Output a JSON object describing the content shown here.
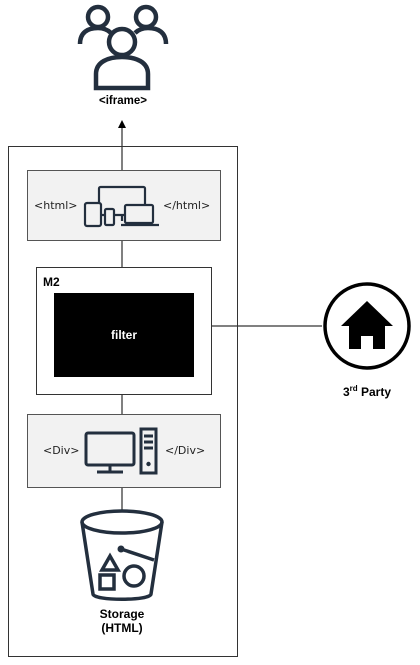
{
  "users": {
    "label": "<iframe>",
    "icon": "users-group-icon"
  },
  "html_box": {
    "open_tag": "<html>",
    "close_tag": "</html>",
    "icon": "multi-device-icon"
  },
  "m2": {
    "title": "M2",
    "filter_label": "filter"
  },
  "div_box": {
    "open_tag": "<Div>",
    "close_tag": "</Div>",
    "icon": "desktop-computer-icon"
  },
  "storage": {
    "line1": "Storage",
    "line2": "(HTML)",
    "icon": "storage-bucket-icon"
  },
  "third_party": {
    "main": "3",
    "sup": "rd",
    "rest": " Party",
    "icon": "home-icon"
  },
  "colors": {
    "box_fill": "#f2f2f2",
    "border": "#333333",
    "filter_fill": "#000000"
  }
}
